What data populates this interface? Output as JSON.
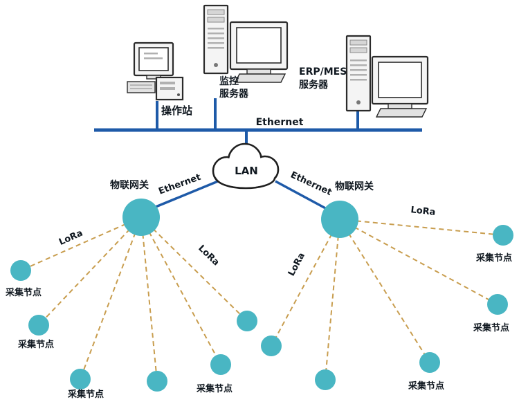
{
  "diagram": {
    "devices": {
      "operator_station": {
        "label": "操作站"
      },
      "monitoring_server": {
        "label_line1": "监控",
        "label_line2": "服务器"
      },
      "erp_mes_server": {
        "label_line1": "ERP/MES",
        "label_line2": "服务器"
      }
    },
    "network": {
      "ethernet_bus_label": "Ethernet",
      "lan_label": "LAN",
      "gateway_link_left_label": "Ethernet",
      "gateway_link_right_label": "Ethernet"
    },
    "gateways": {
      "left_label": "物联网关",
      "right_label": "物联网关"
    },
    "links": {
      "lora_label": "LoRa"
    },
    "collection_node_label": "采集节点",
    "collection_nodes": {
      "left_gateway_count": 6,
      "right_gateway_count": 5
    },
    "colors": {
      "node_teal": "#49b6c3",
      "ethernet_blue": "#1e5aa8",
      "lora_dash_tan": "#c89d4e",
      "text_dark": "#101820"
    }
  }
}
